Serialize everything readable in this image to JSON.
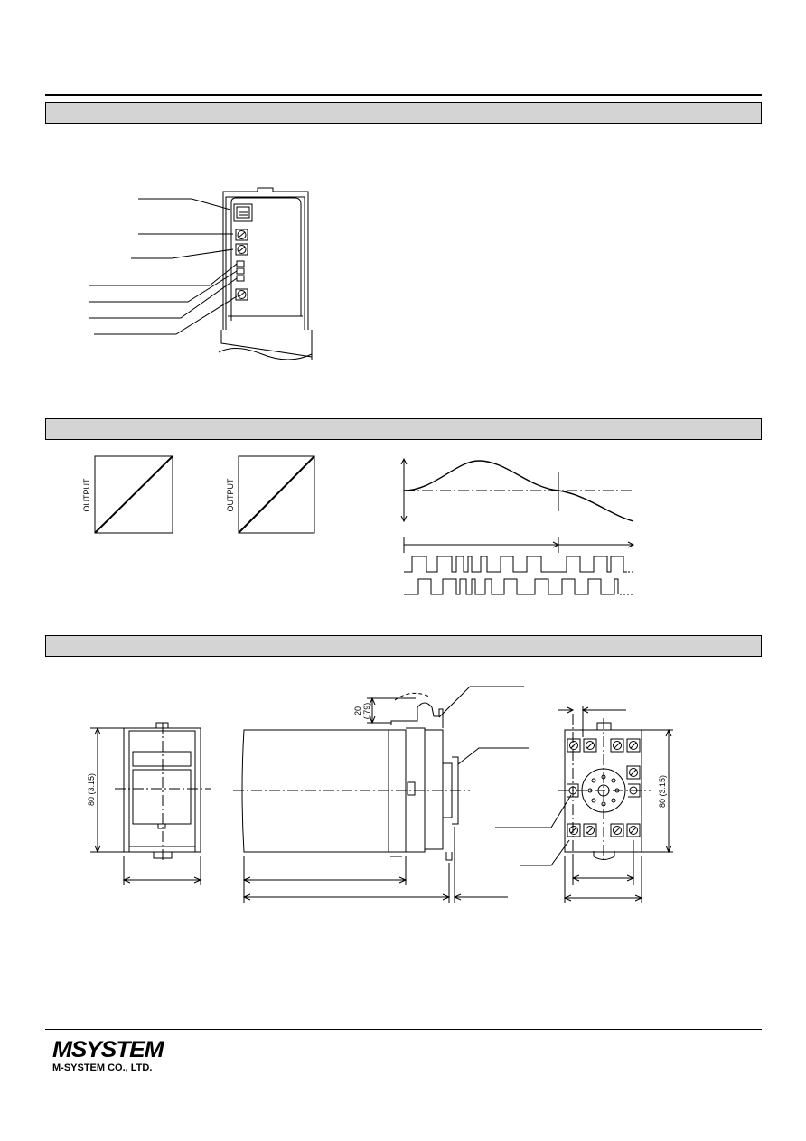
{
  "graphs": {
    "left_axis_label": "OUTPUT",
    "right_axis_label": "OUTPUT"
  },
  "dimensions": {
    "height_left": "80 (3.15)",
    "height_right": "80 (3.15)",
    "rail_clearance": "20",
    "rail_clearance_inch": "(.79)"
  },
  "footer": {
    "logo_text": "MSYSTEM",
    "company": "M-SYSTEM CO., LTD."
  }
}
